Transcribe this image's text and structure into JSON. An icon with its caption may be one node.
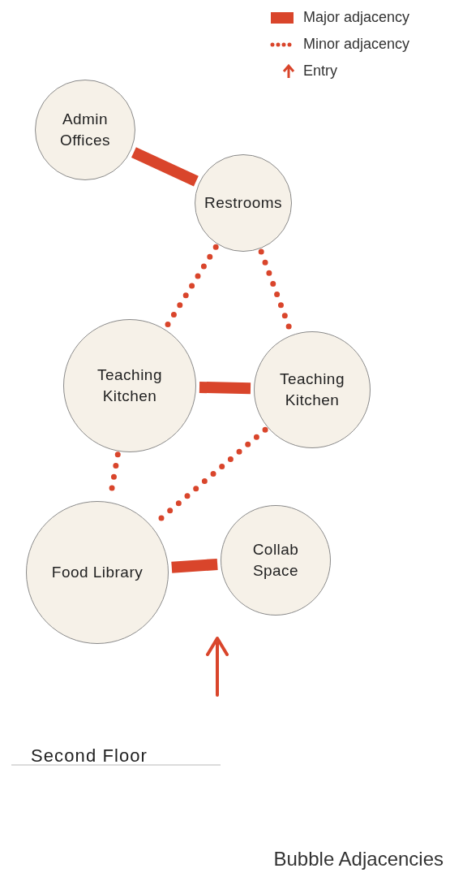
{
  "diagram": {
    "caption": "Bubble Adjacencies",
    "nodes": [
      {
        "text": [
          "Admin Offices"
        ]
      },
      {
        "text": [
          "Restrooms"
        ]
      },
      {
        "text": [
          "Teaching Kitchen"
        ]
      },
      {
        "text": [
          "Teaching Kitchen"
        ]
      },
      {
        "text": [
          "Food Library"
        ]
      },
      {
        "text": [
          "Collab Space"
        ]
      }
    ],
    "edges": [
      {
        "from": 0,
        "to": 1,
        "arrow": "none",
        "style": "thick"
      },
      {
        "from": 1,
        "to": 2,
        "arrow": "none",
        "style": "dashed"
      },
      {
        "from": 1,
        "to": 3,
        "arrow": "none",
        "style": "dashed"
      },
      {
        "from": 2,
        "to": 3,
        "arrow": "none",
        "style": "thick"
      },
      {
        "from": 2,
        "to": 4,
        "arrow": "none",
        "style": "dashed"
      },
      {
        "from": 3,
        "to": 4,
        "arrow": "none",
        "style": "dashed"
      },
      {
        "from": 4,
        "to": 5,
        "arrow": "none",
        "style": "thick"
      }
    ],
    "labels": [
      "Second Floor"
    ],
    "legend": [
      {
        "text": "Major adjacency"
      },
      {
        "text": "Minor adjacency"
      },
      {
        "text": "Entry"
      }
    ]
  }
}
